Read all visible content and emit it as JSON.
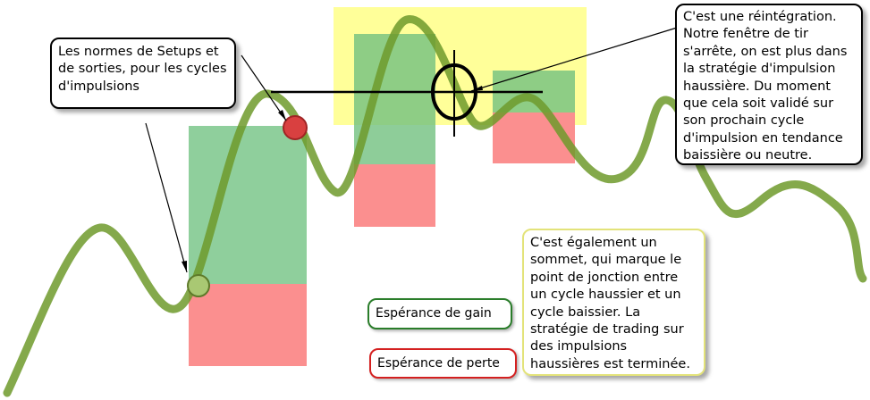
{
  "callouts": {
    "setups": "Les normes de Setups et de sorties, pour les cycles d'impulsions",
    "reintegration": "C'est une réintégration. Notre fenêtre de tir s'arrête, on est plus dans la stratégie d'impulsion haussière. Du moment que cela soit validé sur son prochain cycle d'impulsion en tendance baissière ou neutre.",
    "sommet": "C'est également un sommet, qui marque le point de jonction entre un cycle haussier et un cycle baissier. La stratégie de trading sur des impulsions haussières est terminée."
  },
  "legend": {
    "gain": "Espérance de gain",
    "perte": "Espérance de perte"
  },
  "colors": {
    "curve": "#6f9a2c",
    "gain_zone": "#8fcf9c",
    "loss_zone": "#fb8f8f",
    "highlight": "#ffff99",
    "entry_point": "#a9c873",
    "exit_point": "#d94040",
    "gain_border": "#2a7d2a",
    "loss_border": "#d42020",
    "sommet_border": "#e3e37a"
  }
}
